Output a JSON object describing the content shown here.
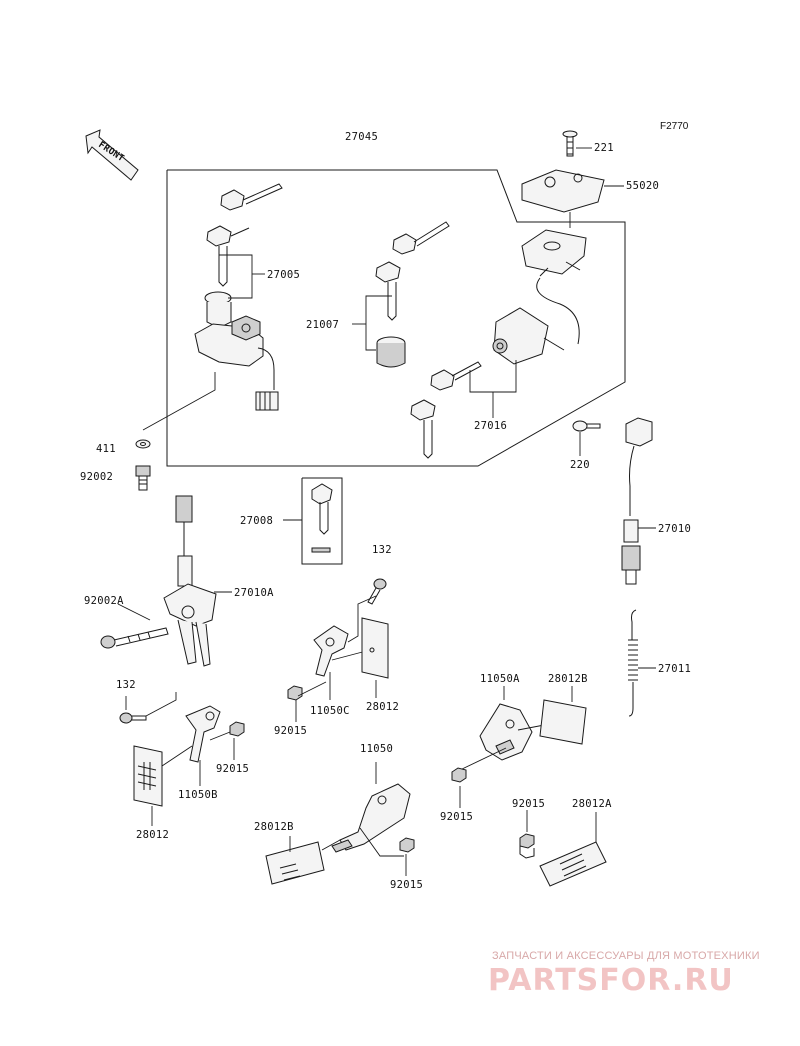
{
  "diagram": {
    "ref_code": "F2770",
    "front_label": "FRONT",
    "part_labels": {
      "p27045": "27045",
      "p221": "221",
      "p55020": "55020",
      "p27005": "27005",
      "p21007": "21007",
      "p27016": "27016",
      "p411": "411",
      "p92002": "92002",
      "p220": "220",
      "p27008": "27008",
      "p27010": "27010",
      "p132_a": "132",
      "p92002A": "92002A",
      "p27010A": "27010A",
      "p11050C": "11050C",
      "p28012_a": "28012",
      "p92015_a": "92015",
      "p27011": "27011",
      "p11050A": "11050A",
      "p28012B_a": "28012B",
      "p132_b": "132",
      "p92015_b": "92015",
      "p11050B": "11050B",
      "p28012_b": "28012",
      "p11050": "11050",
      "p92015_c": "92015",
      "p92015_d": "92015",
      "p28012A": "28012A",
      "p28012B_b": "28012B",
      "p92015_e": "92015"
    }
  },
  "watermark": {
    "tagline": "ЗАПЧАСТИ И АКСЕССУАРЫ ДЛЯ МОТОТЕХНИКИ",
    "logo": "PARTSFOR.RU"
  }
}
